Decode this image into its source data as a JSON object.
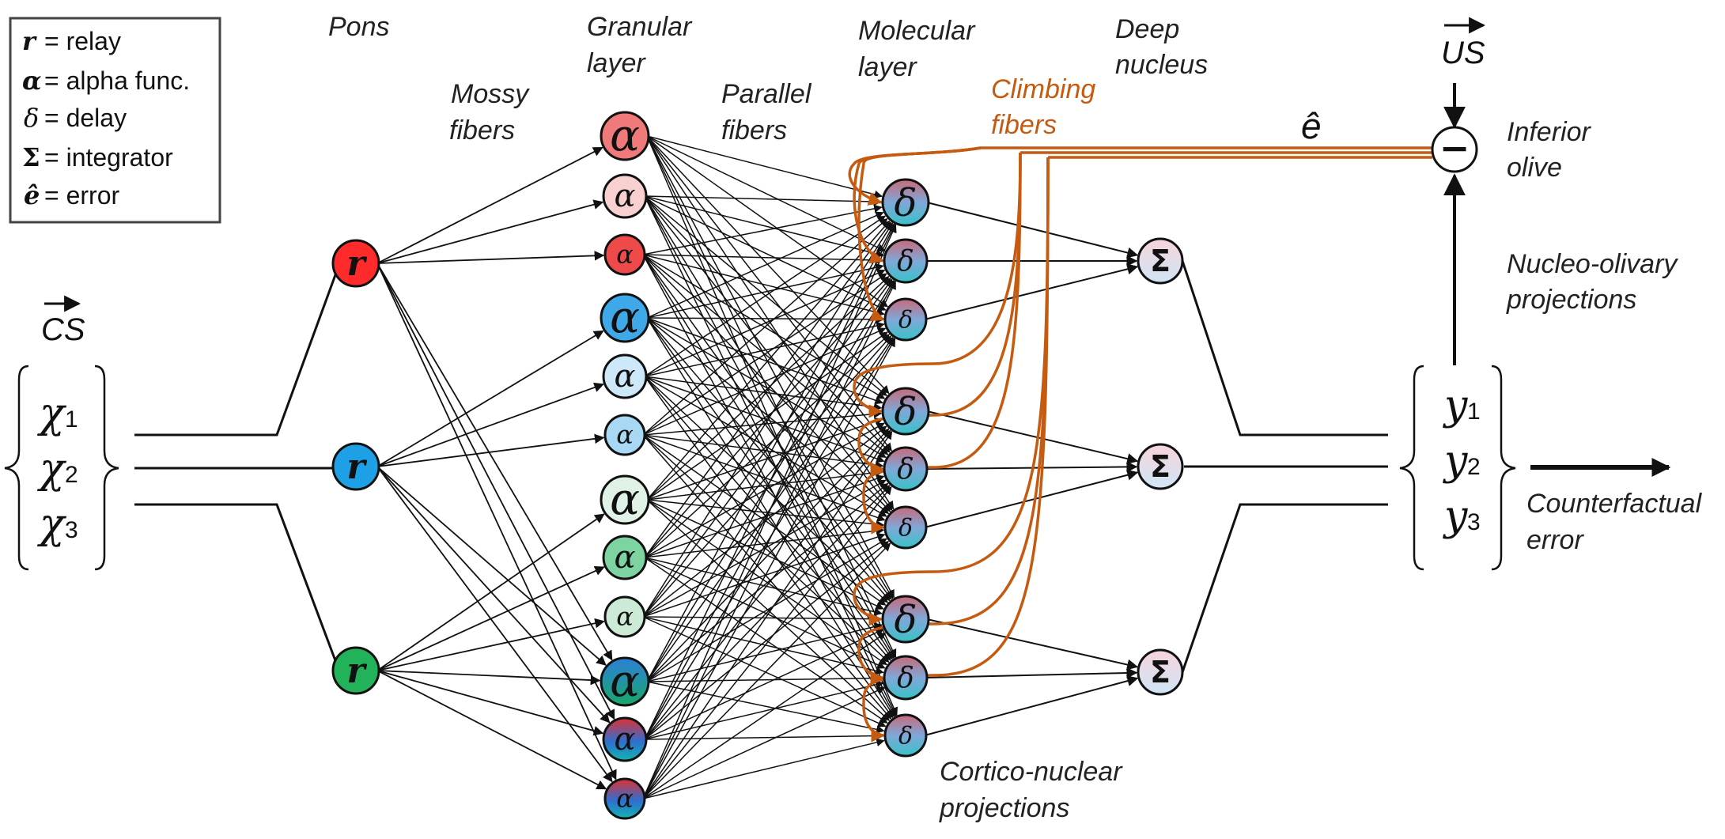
{
  "legend": {
    "items": [
      {
        "symbol": "r",
        "text": "= relay"
      },
      {
        "symbol": "α",
        "text": "= alpha func."
      },
      {
        "symbol": "δ",
        "text": "= delay"
      },
      {
        "symbol": "Σ",
        "text": "= integrator"
      },
      {
        "symbol": "ê",
        "text": "= error"
      }
    ]
  },
  "labels": {
    "pons": "Pons",
    "mossy_1": "Mossy",
    "mossy_2": "fibers",
    "granular_1": "Granular",
    "granular_2": "layer",
    "parallel_1": "Parallel",
    "parallel_2": "fibers",
    "molecular_1": "Molecular",
    "molecular_2": "layer",
    "climbing_1": "Climbing",
    "climbing_2": "fibers",
    "deep_1": "Deep",
    "deep_2": "nucleus",
    "error_hat": "ê",
    "us": "US",
    "inferior_1": "Inferior",
    "inferior_2": "olive",
    "nucleo_1": "Nucleo-olivary",
    "nucleo_2": "projections",
    "cs": "CS",
    "counterfactual_1": "Counterfactual",
    "counterfactual_2": "error",
    "cortico_1": "Cortico-nuclear",
    "cortico_2": "projections"
  },
  "inputs": [
    {
      "symbol": "χ",
      "index": "1"
    },
    {
      "symbol": "χ",
      "index": "2"
    },
    {
      "symbol": "χ",
      "index": "3"
    }
  ],
  "outputs": [
    {
      "symbol": "y",
      "index": "1"
    },
    {
      "symbol": "y",
      "index": "2"
    },
    {
      "symbol": "y",
      "index": "3"
    }
  ],
  "nodes": {
    "relay_symbol": "r",
    "alpha_symbol": "α",
    "delay_symbol": "δ",
    "sum_symbol": "Σ",
    "olive_symbol": "−"
  },
  "colors": {
    "red": "#FF2A2A",
    "blue": "#1EA0E6",
    "green": "#22B35A",
    "climbing": "#C55A11",
    "stroke": "#111111"
  }
}
